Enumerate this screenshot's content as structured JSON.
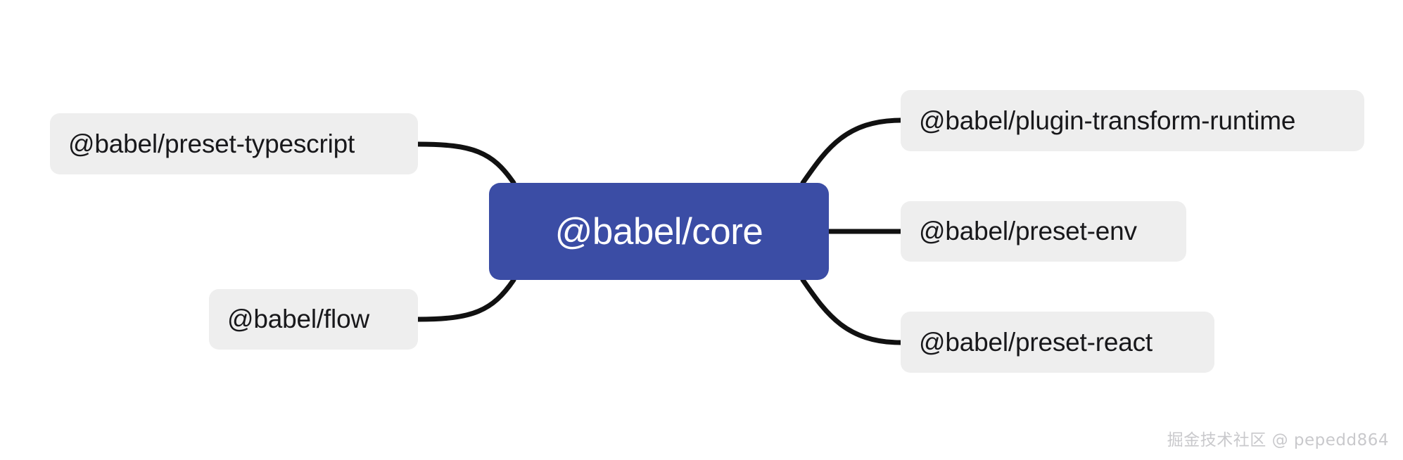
{
  "diagram": {
    "type": "mind-map",
    "background_color": "#ffffff",
    "root": {
      "id": "babel-core",
      "label": "@babel/core",
      "fill_color": "#3b4da5",
      "text_color": "#ffffff"
    },
    "edge_color": "#111111",
    "leaf_fill_color": "#eeeeee",
    "leaf_text_color": "#18181b",
    "branches": {
      "left": [
        {
          "id": "preset-typescript",
          "label": "@babel/preset-typescript"
        },
        {
          "id": "flow",
          "label": "@babel/flow"
        }
      ],
      "right": [
        {
          "id": "plugin-transform-runtime",
          "label": "@babel/plugin-transform-runtime"
        },
        {
          "id": "preset-env",
          "label": "@babel/preset-env"
        },
        {
          "id": "preset-react",
          "label": "@babel/preset-react"
        }
      ]
    }
  },
  "watermark": {
    "text": "掘金技术社区 @ pepedd864"
  }
}
